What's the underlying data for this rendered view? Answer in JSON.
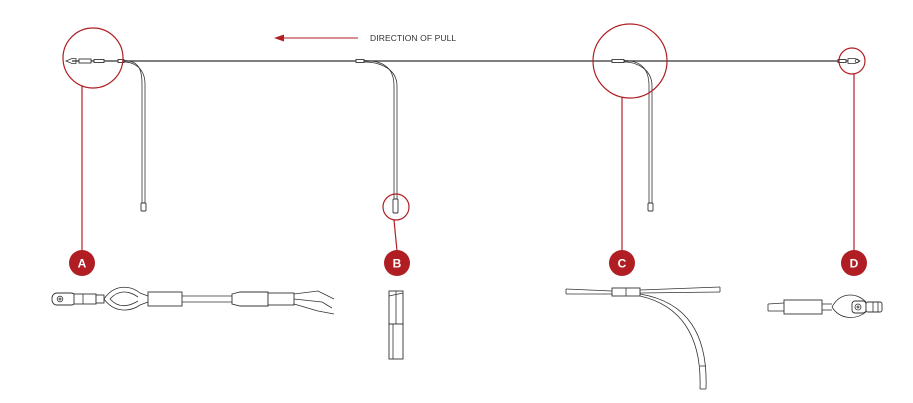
{
  "direction": {
    "label": "DIRECTION OF PULL"
  },
  "callouts": [
    {
      "letter": "A"
    },
    {
      "letter": "B"
    },
    {
      "letter": "C"
    },
    {
      "letter": "D"
    }
  ],
  "colors": {
    "accent": "#b01e23",
    "line": "#333333"
  }
}
